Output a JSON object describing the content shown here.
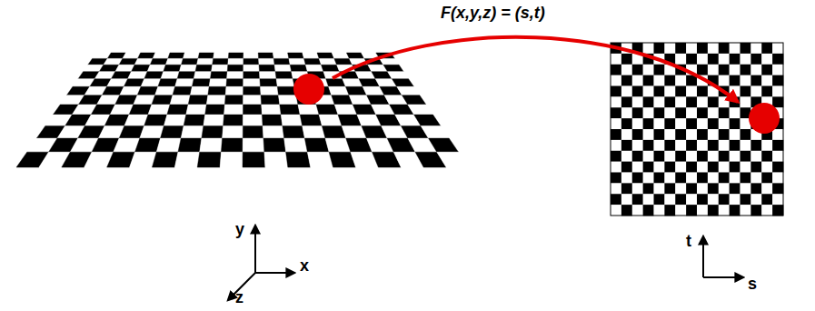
{
  "diagram": {
    "labels": [
      "F(x,y,z) = (s,t)",
      "y",
      "x",
      "z",
      "t",
      "s"
    ]
  }
}
